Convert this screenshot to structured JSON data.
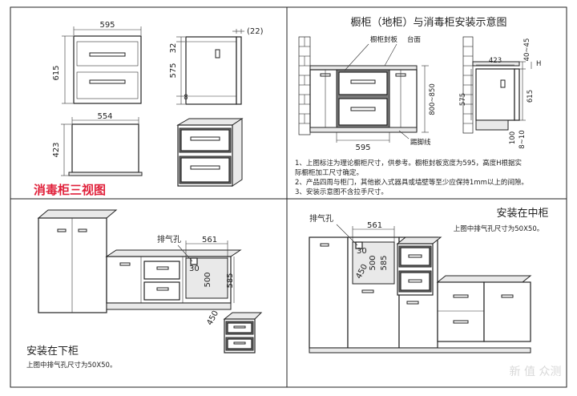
{
  "panel1": {
    "title": "消毒柜三视图",
    "front_width": "595",
    "front_height": "615",
    "side_depth": "22",
    "side_32": "32",
    "side_575": "575",
    "side_8": "8",
    "top_554": "554",
    "top_423": "423"
  },
  "panel2": {
    "title": "橱柜（地柜）与消毒柜安装示意图",
    "label_board": "橱柜封板",
    "label_top": "台面",
    "label_foot": "踢脚线",
    "dim_595": "595",
    "dim_800_850": "800~850",
    "dim_575": "575",
    "dim_423": "423",
    "dim_40_45": "40~45",
    "dim_H": "H",
    "dim_615": "615",
    "dim_100": "100",
    "dim_8_10": "8~10",
    "notes": [
      "1、上图标注为理论橱柜尺寸，供参考。橱柜封板宽度为595，高度H根据实",
      "    际橱柜加工尺寸确定。",
      "2、产品四周与柜门，其他嵌入式器具或墙壁等至少应保持1mm以上的间隙。",
      "3、安装示意图不含拉手尺寸。"
    ]
  },
  "panel3": {
    "title": "安装在下柜",
    "note": "上图中排气孔尺寸为50X50。",
    "label_vent": "排气孔",
    "dim_561": "561",
    "dim_30": "30",
    "dim_500": "500",
    "dim_585": "585",
    "dim_450": "450"
  },
  "panel4": {
    "title": "安装在中柜",
    "note": "上图中排气孔尺寸为50X50。",
    "label_vent": "排气孔",
    "dim_561": "561",
    "dim_30": "30",
    "dim_500": "500",
    "dim_585": "585",
    "dim_450": "450"
  },
  "watermark": "新 值 众测",
  "colors": {
    "accent_red": "#e0203a",
    "line": "#222222"
  }
}
